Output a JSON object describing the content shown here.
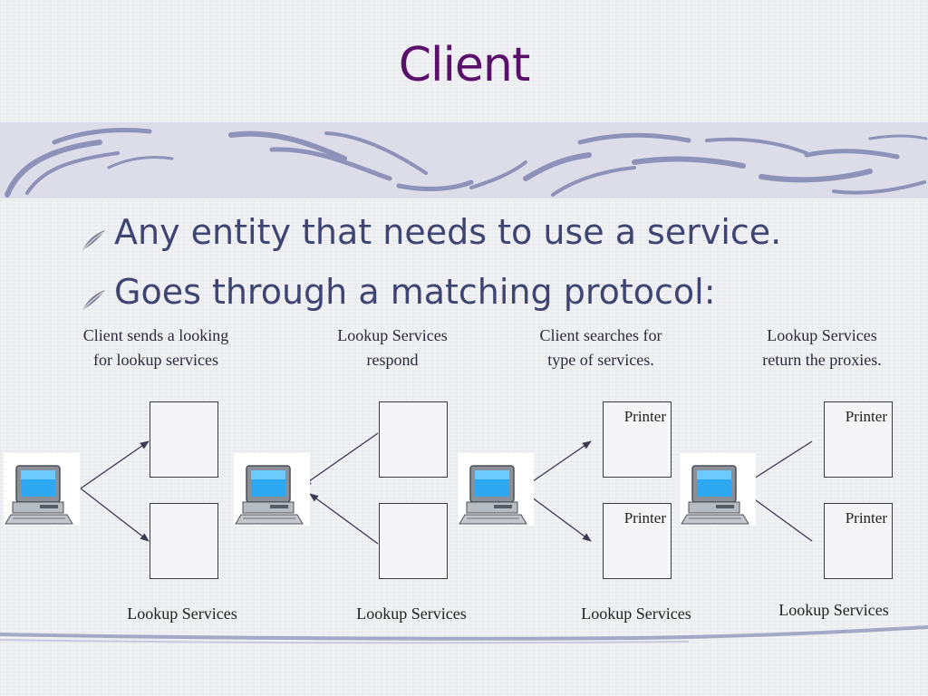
{
  "slide": {
    "title": "Client",
    "bullets": [
      "Any entity that needs to use a service.",
      "Goes through a matching protocol:"
    ]
  },
  "diagram": {
    "steps": [
      {
        "caption": "Client sends a looking for lookup services",
        "caption_lines": [
          "Client sends a looking",
          "for lookup services"
        ],
        "top_box_label": "",
        "bottom_box_label": "",
        "group_label": "Lookup Services"
      },
      {
        "caption": "Lookup Services respond",
        "caption_lines": [
          "Lookup Services",
          "respond"
        ],
        "top_box_label": "",
        "bottom_box_label": "",
        "group_label": "Lookup Services"
      },
      {
        "caption": "Client searches for type of services.",
        "caption_lines": [
          "Client searches for",
          "type of services."
        ],
        "top_box_label": "Printer",
        "bottom_box_label": "Printer",
        "group_label": "Lookup Services"
      },
      {
        "caption": "Lookup Services return the proxies.",
        "caption_lines": [
          "Lookup Services",
          "return the proxies."
        ],
        "top_box_label": "Printer",
        "bottom_box_label": "Printer",
        "group_label": "Lookup Services"
      }
    ],
    "computer_icon": "desktop-computer-icon",
    "colors": {
      "title": "#5a0f6a",
      "bullet_text": "#3f4573",
      "band": "#dcdde9",
      "swoosh": "#8e92b8"
    }
  }
}
